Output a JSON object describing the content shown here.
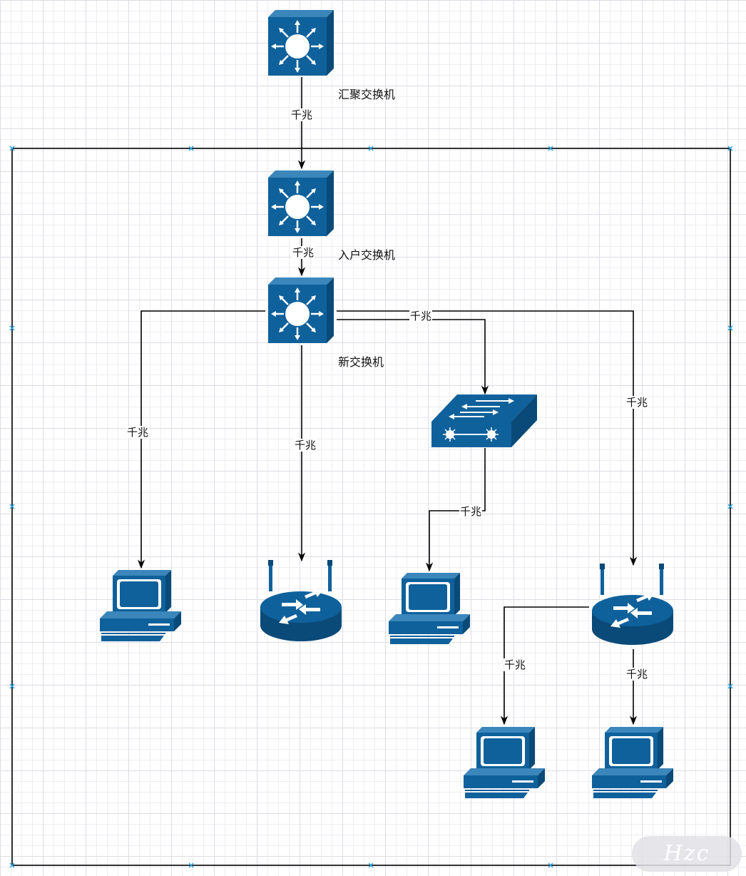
{
  "colors": {
    "device": "#0f619b",
    "line": "#000000",
    "handle": "#29a3e0"
  },
  "labels": {
    "aggregation_switch": "汇聚交换机",
    "entry_switch": "入户交换机",
    "new_switch": "新交换机"
  },
  "edges": {
    "agg_to_entry": "千兆",
    "entry_to_new": "千兆",
    "new_to_pc_left": "千兆",
    "new_to_router_center": "千兆",
    "new_to_hub": "千兆",
    "new_to_router_right": "千兆",
    "hub_to_pc": "千兆",
    "router_to_pc_left": "千兆",
    "router_to_pc_right": "千兆"
  },
  "watermark": "Hzc"
}
